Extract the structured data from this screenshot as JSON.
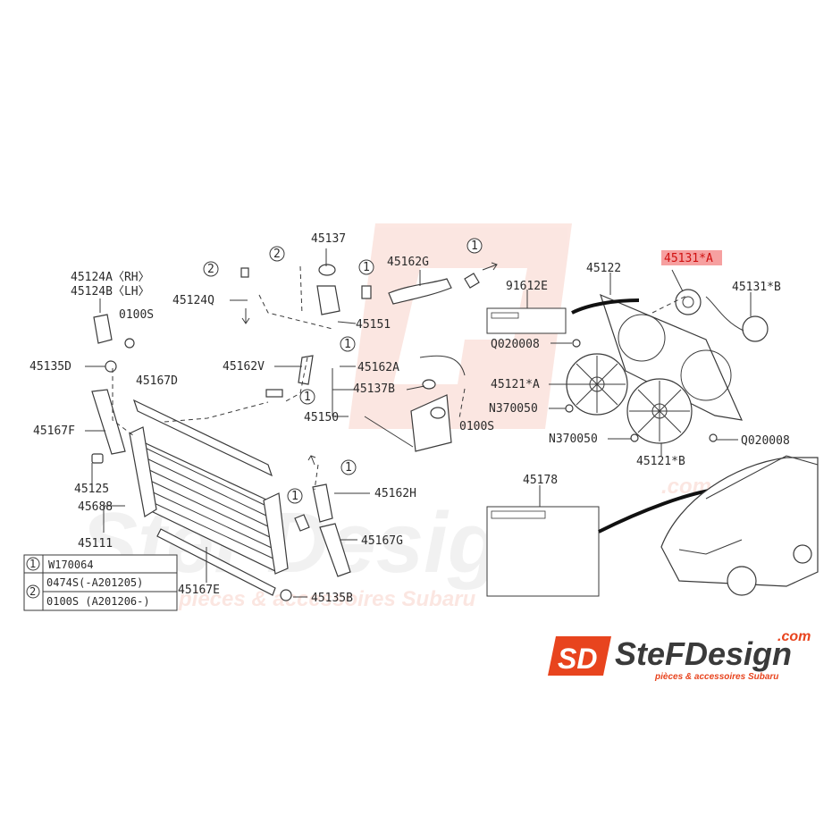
{
  "watermark": {
    "main_text": "SteFDesign",
    "sub_text": "pièces & accessoires Subaru",
    "com": ".com"
  },
  "logo": {
    "badge": "SD",
    "name": "SteFDesign",
    "com": ".com",
    "tagline": "pièces & accessoires Subaru",
    "accent_color": "#e8441e"
  },
  "highlight": {
    "part": "45131*A",
    "color": "#f08080"
  },
  "parts": {
    "p45137": "45137",
    "p45162G": "45162G",
    "p45124A": "45124A〈RH〉",
    "p45124B": "45124B〈LH〉",
    "p45124Q": "45124Q",
    "p0100S_top": "0100S",
    "p45151": "45151",
    "p45135D": "45135D",
    "p45162V": "45162V",
    "p45162A": "45162A",
    "p45167D": "45167D",
    "p45137B": "45137B",
    "p45167F": "45167F",
    "p45150": "45150",
    "p0100S_mid": "0100S",
    "p91612E": "91612E",
    "p45122": "45122",
    "p45131A": "45131*A",
    "p45131B": "45131*B",
    "pQ020008_a": "Q020008",
    "p45121A": "45121*A",
    "pN370050_a": "N370050",
    "pN370050_b": "N370050",
    "pQ020008_b": "Q020008",
    "p45121B": "45121*B",
    "p45125": "45125",
    "p45688": "45688",
    "p45111": "45111",
    "p45162H": "45162H",
    "p45167G": "45167G",
    "p45167E": "45167E",
    "p45135B": "45135B",
    "p45178": "45178"
  },
  "callouts": {
    "one": "1",
    "two": "2"
  },
  "legend": {
    "rows": [
      {
        "key": "1",
        "value": "W170064"
      },
      {
        "key": "2",
        "value": "0474S(-A201205)"
      },
      {
        "key": "",
        "value": "0100S (A201206-)"
      }
    ]
  }
}
